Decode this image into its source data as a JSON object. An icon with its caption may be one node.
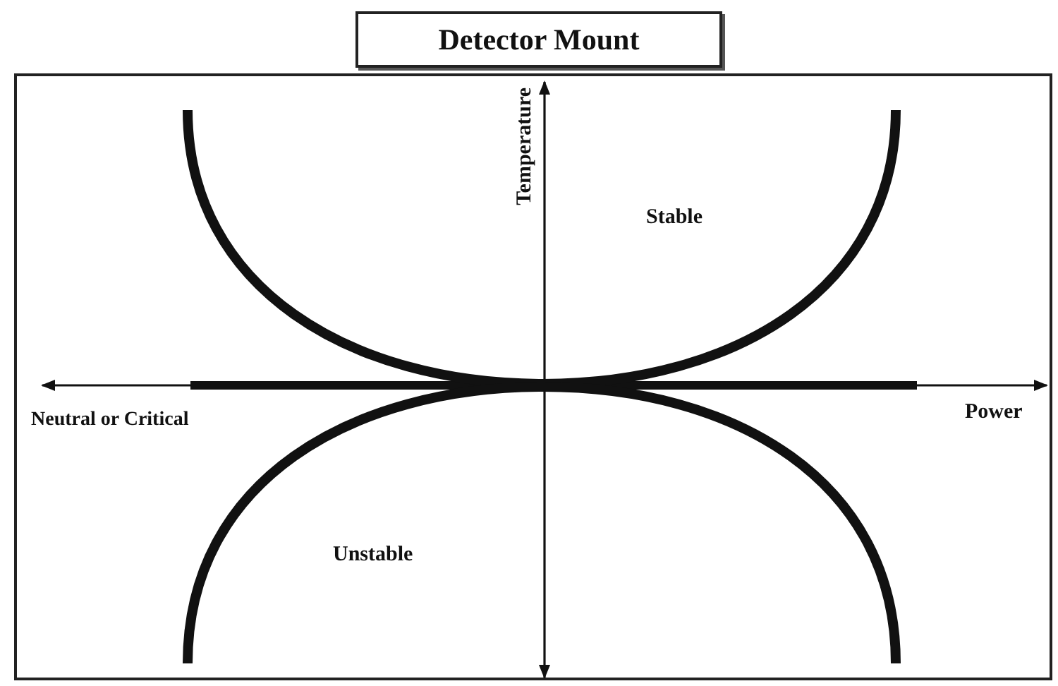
{
  "diagram": {
    "title": "Detector Mount",
    "labels": [
      "Temperature",
      "Stable",
      "Neutral or Critical",
      "Power",
      "Unstable"
    ]
  }
}
